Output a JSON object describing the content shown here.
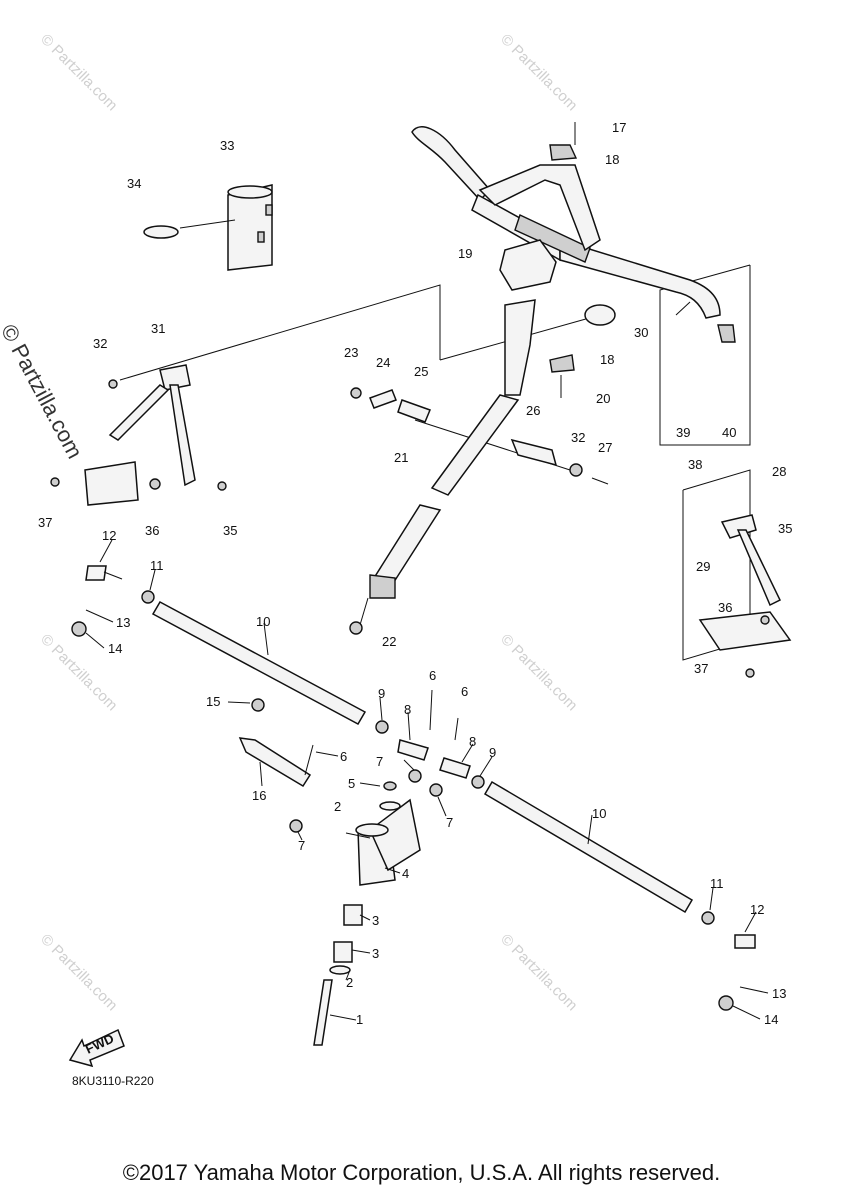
{
  "watermark": {
    "small": "© Partzilla.com",
    "large": "© Partzilla.com"
  },
  "document_number": "8KU3110-R220",
  "fwd_label": "FWD",
  "copyright": "©2017 Yamaha Motor Corporation, U.S.A. All rights reserved.",
  "callouts": [
    "1",
    "2",
    "3",
    "4",
    "5",
    "6",
    "7",
    "8",
    "9",
    "10",
    "11",
    "12",
    "13",
    "14",
    "15",
    "16",
    "17",
    "18",
    "19",
    "20",
    "21",
    "22",
    "23",
    "24",
    "25",
    "26",
    "27",
    "28",
    "29",
    "30",
    "31",
    "32",
    "33",
    "34",
    "35",
    "36",
    "37",
    "38",
    "39",
    "40"
  ]
}
